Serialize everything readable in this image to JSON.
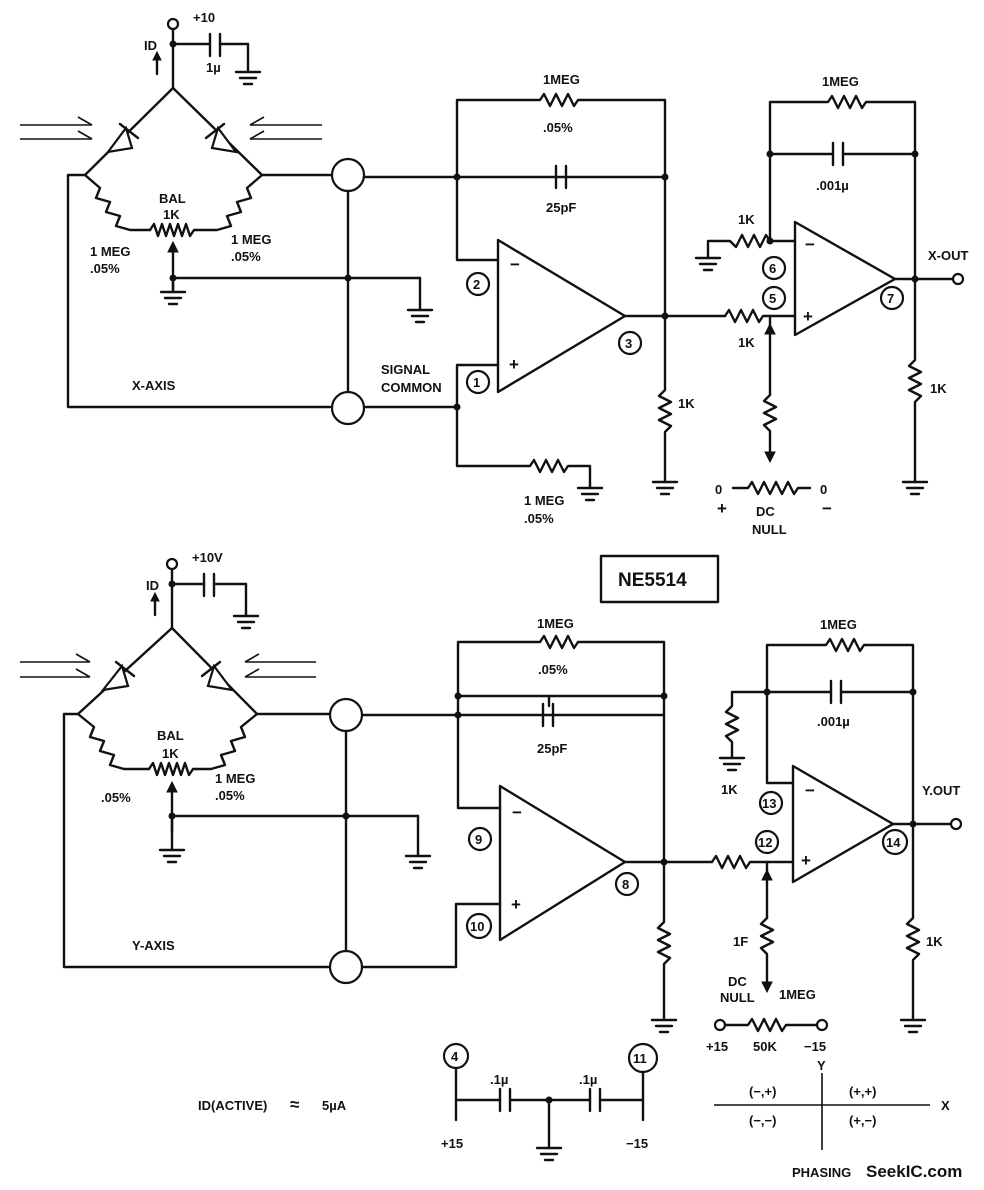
{
  "x_channel": {
    "supply": "+10",
    "id_label": "ID",
    "cap_label": "1µ",
    "bal_label": "BAL",
    "bal_value": "1K",
    "left_res_value": "1 MEG",
    "left_res_tol": ".05%",
    "right_res_value": "1 MEG",
    "right_res_tol": ".05%",
    "axis_label": "X-AXIS",
    "signal_common_1": "SIGNAL",
    "signal_common_2": "COMMON",
    "fb_res_value": "1MEG",
    "fb_res_tol": ".05%",
    "fb_cap": "25pF",
    "in_res_value": "1 MEG",
    "in_res_tol": ".05%",
    "load_res": "1K",
    "pins": [
      "2",
      "3",
      "1",
      "6",
      "5",
      "7"
    ],
    "stage2_fb_res": "1MEG",
    "stage2_fb_cap": ".001µ",
    "stage2_gnd_res": "1K",
    "stage2_in_res": "1K",
    "out_load_res": "1K",
    "output": "X-OUT",
    "null_left": "0",
    "null_right": "0",
    "null_plus": "+",
    "null_minus": "−",
    "null_label_1": "DC",
    "null_label_2": "NULL",
    "opamp_minus": "−",
    "opamp_plus": "+"
  },
  "chip": "NE5514",
  "y_channel": {
    "supply": "+10V",
    "id_label": "ID",
    "bal_label": "BAL",
    "bal_value": "1K",
    "left_res_tol": ".05%",
    "right_res_value": "1 MEG",
    "right_res_tol": ".05%",
    "axis_label": "Y-AXIS",
    "fb_res_value": "1MEG",
    "fb_res_tol": ".05%",
    "fb_cap": "25pF",
    "pins": [
      "9",
      "10",
      "8",
      "13",
      "12",
      "14"
    ],
    "stage2_fb_res": "1MEG",
    "stage2_fb_cap": ".001µ",
    "stage2_gnd_res": "1K",
    "null_res_label": "1F",
    "null_label_1": "DC",
    "null_label_2": "NULL",
    "null_res_value": "1MEG",
    "null_left": "+15",
    "null_mid": "50K",
    "null_right": "−15",
    "output": "Y.OUT",
    "out_load_res": "1K",
    "opamp_minus": "−",
    "opamp_plus": "+"
  },
  "power": {
    "pin_left": "4",
    "pin_right": "11",
    "cap_left": ".1µ",
    "cap_right": ".1µ",
    "v_left": "+15",
    "v_right": "−15"
  },
  "note": {
    "id_active": "ID(ACTIVE)",
    "approx": "≈",
    "value": "5µA"
  },
  "phasing": {
    "axis_y": "Y",
    "axis_x": "X",
    "q_top_left": "(−,+)",
    "q_top_right": "(+,+)",
    "q_bot_left": "(−,−)",
    "q_bot_right": "(+,−)",
    "label": "PHASING"
  },
  "watermark": "SeekIC.com"
}
